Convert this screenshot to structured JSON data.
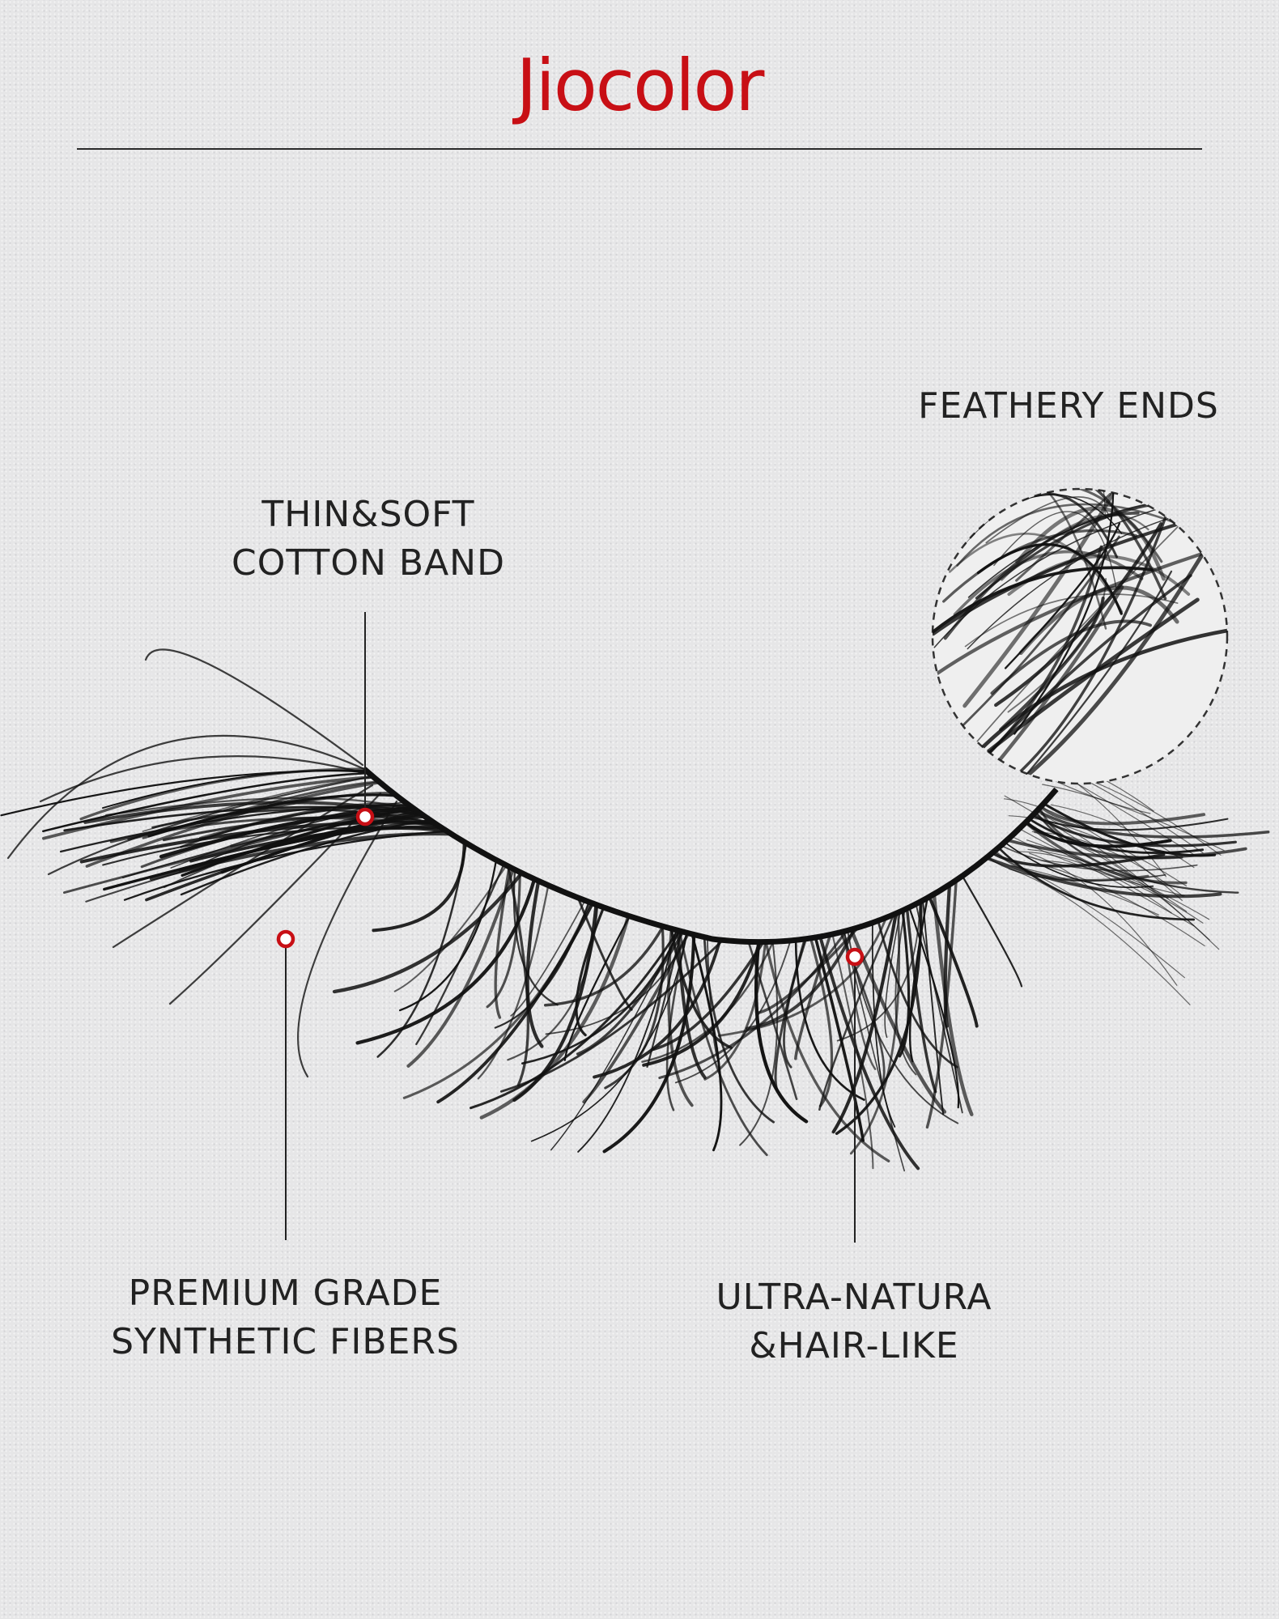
{
  "brand": {
    "name": "Jiocolor",
    "color": "#c80f15"
  },
  "callouts": {
    "feathery_ends": "FEATHERY ENDS",
    "band_line1": "THIN&SOFT",
    "band_line2": "COTTON BAND",
    "fibers_line1": "PREMIUM GRADE",
    "fibers_line2": "SYNTHETIC FIBERS",
    "natural_line1": "ULTRA-NATURA",
    "natural_line2": "&HAIR-LIKE"
  },
  "colors": {
    "marker": "#c80f15",
    "text": "#222222",
    "background": "#e6e6e7"
  }
}
